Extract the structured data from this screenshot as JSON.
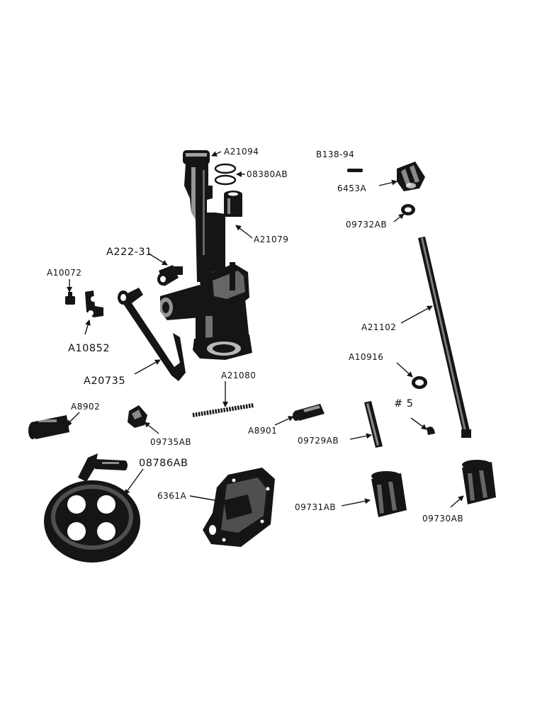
{
  "diagram": {
    "labels": {
      "a21094": "A21094",
      "o8380ab": "08380AB",
      "a21079": "A21079",
      "b13894": "B138-94",
      "n6453a": "6453A",
      "o9732ab": "09732AB",
      "a22231": "A222-31",
      "a10072": "A10072",
      "a10852": "A10852",
      "a21102": "A21102",
      "a20735": "A20735",
      "a21080": "A21080",
      "a10916": "A10916",
      "hash5": "# 5",
      "a8902": "A8902",
      "o9735ab": "09735AB",
      "a8901": "A8901",
      "o9729ab": "09729AB",
      "o8786ab": "08786AB",
      "n6361a": "6361A",
      "o9731ab": "09731AB",
      "o9730ab": "09730AB"
    }
  }
}
